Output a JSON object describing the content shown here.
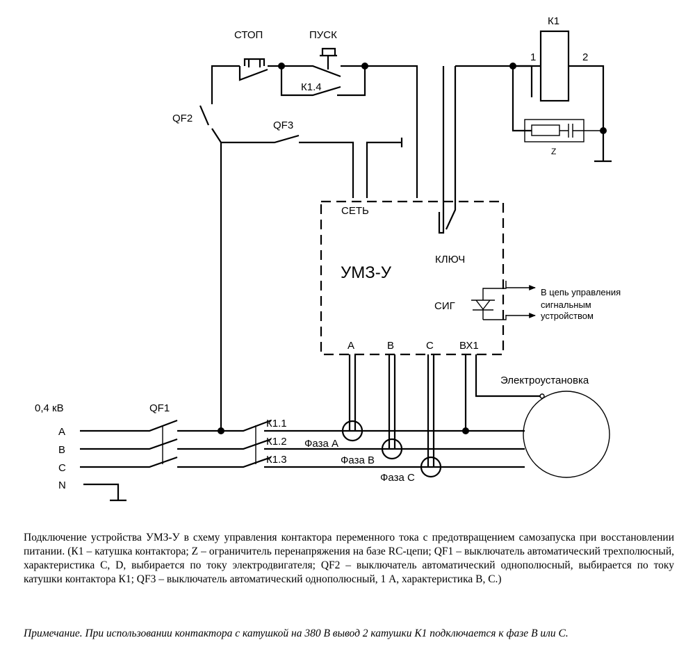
{
  "labels": {
    "stop": "СТОП",
    "start": "ПУСК",
    "k14": "К1.4",
    "k1": "К1",
    "pin1": "1",
    "pin2": "2",
    "z": "Z",
    "qf2": "QF2",
    "qf3": "QF3",
    "qf1": "QF1",
    "set": "СЕТЬ",
    "klyuch": "КЛЮЧ",
    "umz": "УМЗ-У",
    "sig": "СИГ",
    "out1": "В цепь управления",
    "out2": "сигнальным",
    "out3": "устройством",
    "term_a": "А",
    "term_b": "В",
    "term_c": "С",
    "term_vx1": "ВХ1",
    "motor": "Электроустановка",
    "voltage": "0,4 кВ",
    "line_a": "A",
    "line_b": "B",
    "line_c": "C",
    "line_n": "N",
    "k11": "К1.1",
    "k12": "К1.2",
    "k13": "К1.3",
    "phase_a": "Фаза А",
    "phase_b": "Фаза В",
    "phase_c": "Фаза С"
  },
  "caption": "Подключение устройства УМЗ-У в схему управления контактора переменного тока с предотвращением самозапуска при восстановлении питании. (К1 – катушка контактора; Z – ограничитель перенапряжения на базе RC-цепи; QF1 – выключатель автоматический трехполюсный, характеристика C, D, выбирается по току электродвигателя; QF2 – выключатель автоматический однополюсный, выбирается по току катушки контактора К1; QF3 – выключатель автоматический однополюсный, 1 А, характеристика B, C.)",
  "note": "Примечание. При использовании контактора с катушкой на 380 В вывод 2 катушки К1 подключается к фазе B или C."
}
